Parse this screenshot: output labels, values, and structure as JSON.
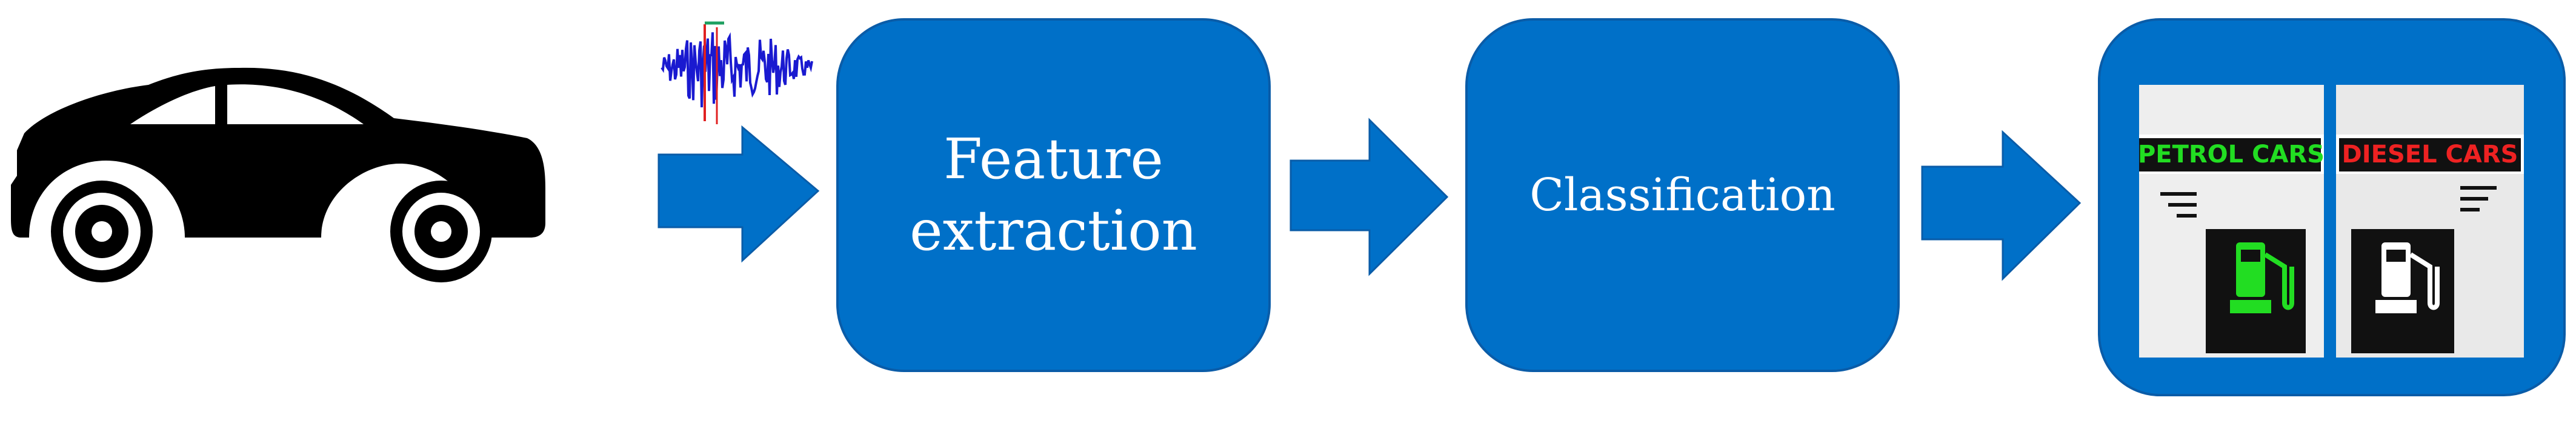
{
  "diagram": {
    "steps": [
      {
        "id": "feature-extraction",
        "lines": [
          "Feature",
          "extraction"
        ]
      },
      {
        "id": "classification",
        "lines": [
          "Classification"
        ]
      }
    ],
    "result": {
      "left_label": "PETROL CARS",
      "right_label": "DIESEL CARS"
    }
  },
  "colors": {
    "box_fill": "#0070C8",
    "box_stroke": "#0A5CA8",
    "arrow_fill": "#0070C8",
    "car": "#000000",
    "waveform": "#1a1ad0",
    "waveform_marker_red": "#e02020",
    "waveform_marker_green": "#1fa060",
    "petrol_text": "#22dd22",
    "diesel_text": "#ee2222",
    "pump_green": "#22dd22",
    "pump_white": "#ffffff",
    "pump_bg": "#111111",
    "sign_bg": "#ffffff",
    "panel_bg": "#eeeeee"
  },
  "icons": [
    "car-icon",
    "audio-waveform-icon",
    "fuel-pump-icon"
  ]
}
